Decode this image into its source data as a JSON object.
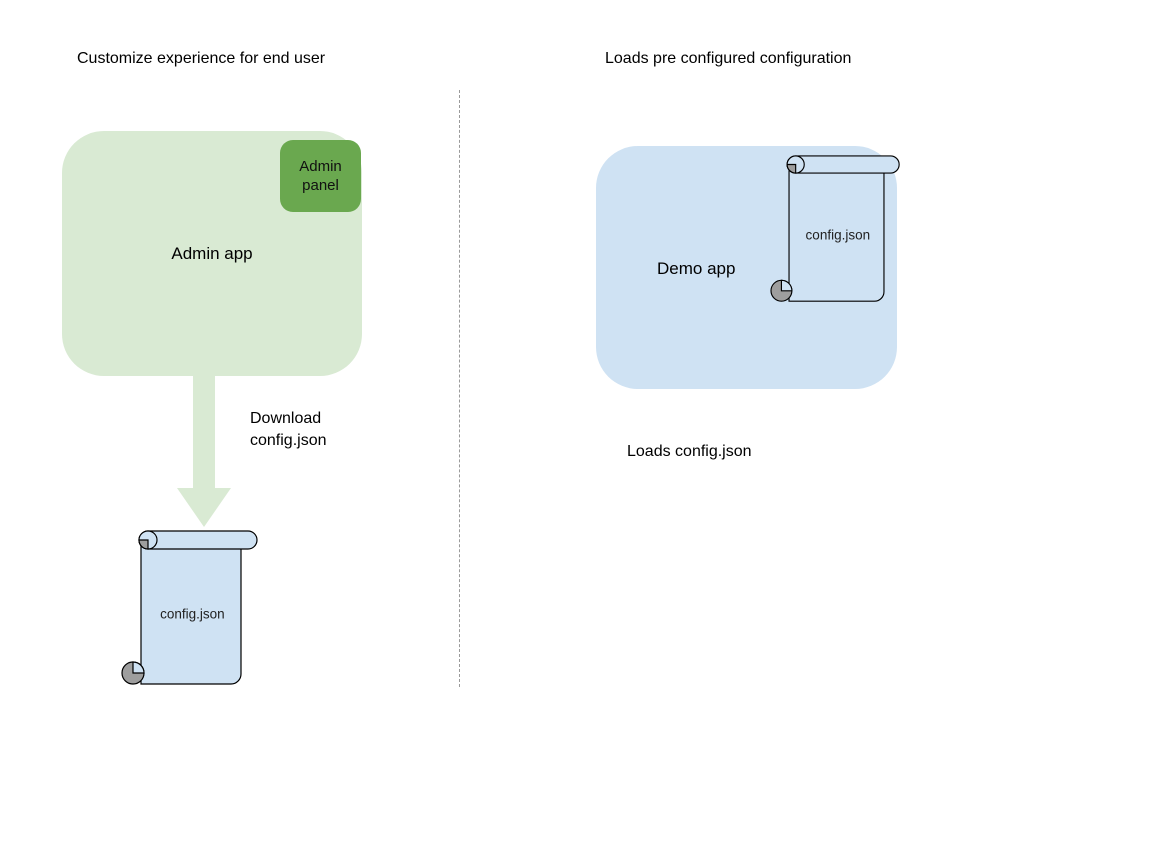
{
  "colors": {
    "light_green": "#d9ead3",
    "green": "#6aa84f",
    "light_blue": "#cfe2f3",
    "scroll_outline": "#000000",
    "curl_gray": "#9e9e9e",
    "divider_gray": "#9a9a9a",
    "text": "#000000"
  },
  "left": {
    "title": "Customize experience for end user",
    "admin_app_label": "Admin app",
    "admin_panel_label": "Admin panel",
    "download_label": "Download config.json",
    "config_file_label": "config.json"
  },
  "right": {
    "title": "Loads pre configured configuration",
    "demo_app_label": "Demo app",
    "config_file_label": "config.json",
    "caption": "Loads config.json"
  }
}
